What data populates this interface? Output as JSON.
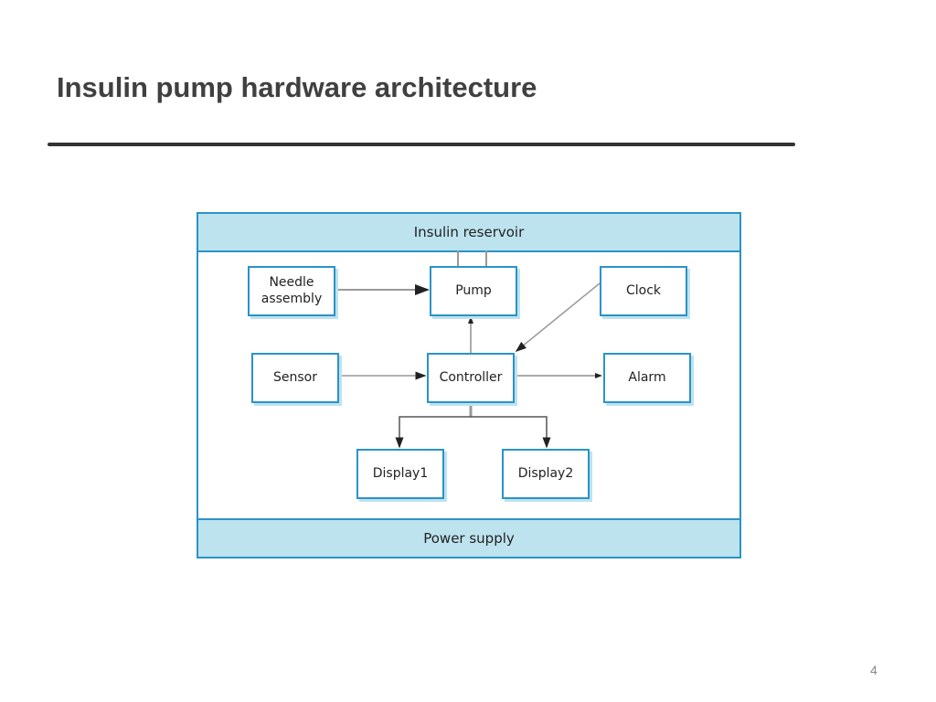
{
  "title": "Insulin pump hardware architecture",
  "page_number": "4",
  "diagram": {
    "top_band": "Insulin reservoir",
    "bottom_band": "Power supply",
    "nodes": {
      "needle": "Needle assembly",
      "pump": "Pump",
      "clock": "Clock",
      "sensor": "Sensor",
      "controller": "Controller",
      "alarm": "Alarm",
      "display1": "Display1",
      "display2": "Display2"
    },
    "edges": [
      [
        "Needle assembly",
        "Pump"
      ],
      [
        "Controller",
        "Pump"
      ],
      [
        "Clock",
        "Controller"
      ],
      [
        "Sensor",
        "Controller"
      ],
      [
        "Controller",
        "Alarm"
      ],
      [
        "Controller",
        "Display1"
      ],
      [
        "Controller",
        "Display2"
      ],
      [
        "Pump",
        "Insulin reservoir"
      ]
    ]
  }
}
